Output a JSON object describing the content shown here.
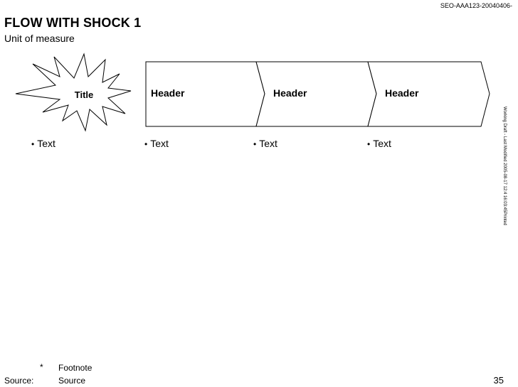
{
  "document_id": "SEO-AAA123-20040406-",
  "title": "FLOW WITH SHOCK 1",
  "subtitle": "Unit of measure",
  "shock": {
    "label": "Title"
  },
  "steps": [
    {
      "header": "Header"
    },
    {
      "header": "Header"
    },
    {
      "header": "Header"
    }
  ],
  "bullets": [
    "Text",
    "Text",
    "Text",
    "Text"
  ],
  "bullet_glyph": "•",
  "side_note": "Working Draft - Last Modified 2005-08-17 12:4 16:03:45Printed",
  "footnote": {
    "mark": "*",
    "text": "Footnote"
  },
  "source": {
    "label": "Source:",
    "text": "Source"
  },
  "page_number": "35"
}
